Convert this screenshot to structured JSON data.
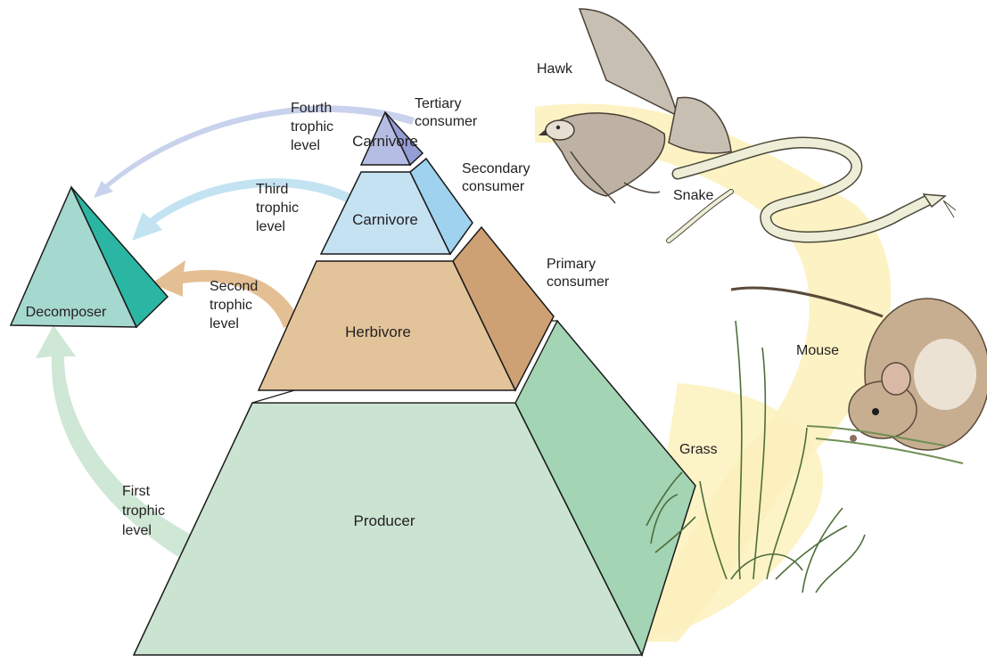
{
  "tiers": {
    "producer": "Producer",
    "herbivore": "Herbivore",
    "carnivore_secondary": "Carnivore",
    "carnivore_tertiary": "Carnivore"
  },
  "decomposer": "Decomposer",
  "consumer_labels": {
    "tertiary": [
      "Tertiary",
      "consumer"
    ],
    "secondary": [
      "Secondary",
      "consumer"
    ],
    "primary": [
      "Primary",
      "consumer"
    ]
  },
  "trophic_levels": {
    "fourth": [
      "Fourth",
      "trophic",
      "level"
    ],
    "third": [
      "Third",
      "trophic",
      "level"
    ],
    "second": [
      "Second",
      "trophic",
      "level"
    ],
    "first": [
      "First",
      "trophic",
      "level"
    ]
  },
  "organisms": {
    "hawk": "Hawk",
    "snake": "Snake",
    "mouse": "Mouse",
    "grass": "Grass"
  },
  "colors": {
    "producer_front": "#cbe4d2",
    "producer_side": "#a3d4b4",
    "herbivore_front": "#e3c49a",
    "herbivore_side": "#cda173",
    "carnivore2_front": "#c4e2f2",
    "carnivore2_side": "#9ed2ee",
    "carnivore3_front": "#b6bde4",
    "carnivore3_side": "#949dd4",
    "decomposer_front": "#a5d8cf",
    "decomposer_side": "#2bb6a3",
    "food_chain_band": "#fcf1bd"
  }
}
